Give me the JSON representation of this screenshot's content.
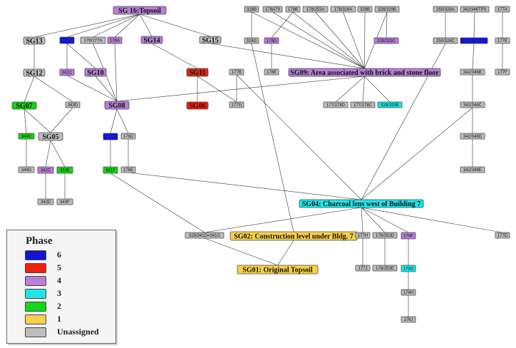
{
  "colors": {
    "6": "#1414d2",
    "5": "#f0200c",
    "4": "#b87ed8",
    "3": "#1ee6e6",
    "2": "#18d418",
    "1": "#f7d04a",
    "u": "#bdbdbd"
  },
  "legend": {
    "title": "Phase",
    "items": [
      {
        "key": "6",
        "label": "6"
      },
      {
        "key": "5",
        "label": "5"
      },
      {
        "key": "4",
        "label": "4"
      },
      {
        "key": "3",
        "label": "3"
      },
      {
        "key": "2",
        "label": "2"
      },
      {
        "key": "1",
        "label": "1"
      },
      {
        "key": "u",
        "label": "Unassigned"
      }
    ]
  },
  "nodes": [
    {
      "id": "sg16",
      "label": "SG 16:Topsoil",
      "phase": "4",
      "big": true
    },
    {
      "id": "n328b",
      "label": "328B",
      "phase": "u"
    },
    {
      "id": "n178a79",
      "label": "178A79",
      "phase": "u"
    },
    {
      "id": "n178b",
      "label": "178B",
      "phase": "u"
    },
    {
      "id": "n178_253a",
      "label": "178/253A",
      "phase": "u"
    },
    {
      "id": "n178_328a",
      "label": "178/328A",
      "phase": "u"
    },
    {
      "id": "n329b",
      "label": "329B",
      "phase": "u"
    },
    {
      "id": "n328_329b",
      "label": "328/329B",
      "phase": "u"
    },
    {
      "id": "n250_328a",
      "label": "250/328A",
      "phase": "u"
    },
    {
      "id": "n342_346tps",
      "label": "342/346TPS",
      "phase": "u"
    },
    {
      "id": "n177a",
      "label": "177A",
      "phase": "u"
    },
    {
      "id": "sg13",
      "label": "SG13",
      "phase": "u",
      "big": true
    },
    {
      "id": "n341a",
      "label": "341A",
      "phase": "6",
      "dark": true
    },
    {
      "id": "n176_177a",
      "label": "176/177A",
      "phase": "u"
    },
    {
      "id": "n176a",
      "label": "176A",
      "phase": "4"
    },
    {
      "id": "sg14",
      "label": "SG14",
      "phase": "4",
      "big": true
    },
    {
      "id": "sg15",
      "label": "SG15",
      "phase": "u",
      "big": true
    },
    {
      "id": "n328g",
      "label": "328G",
      "phase": "u"
    },
    {
      "id": "n178d",
      "label": "178D",
      "phase": "4"
    },
    {
      "id": "n328_329c",
      "label": "328/329C",
      "phase": "4"
    },
    {
      "id": "n250_328c",
      "label": "250/328C",
      "phase": "u"
    },
    {
      "id": "n342_346a",
      "label": "342/346A",
      "phase": "6",
      "dark": true
    },
    {
      "id": "n177e",
      "label": "177E",
      "phase": "u"
    },
    {
      "id": "sg12",
      "label": "SG12",
      "phase": "u",
      "big": true
    },
    {
      "id": "n341c",
      "label": "341C",
      "phase": "4"
    },
    {
      "id": "sg10",
      "label": "SG10",
      "phase": "4",
      "big": true
    },
    {
      "id": "sg11",
      "label": "SG11",
      "phase": "5",
      "big": true
    },
    {
      "id": "n177b",
      "label": "177B",
      "phase": "u"
    },
    {
      "id": "n178e",
      "label": "178E",
      "phase": "u"
    },
    {
      "id": "sg09",
      "label": "SG09: Area associated with brick and stone floor",
      "phase": "4",
      "big": true
    },
    {
      "id": "n342_346b",
      "label": "342/346B",
      "phase": "u"
    },
    {
      "id": "n177f",
      "label": "177F",
      "phase": "u"
    },
    {
      "id": "sg07",
      "label": "SG07",
      "phase": "2",
      "big": true
    },
    {
      "id": "n343d",
      "label": "343D",
      "phase": "u"
    },
    {
      "id": "sg08",
      "label": "SG08",
      "phase": "4",
      "big": true
    },
    {
      "id": "sg06",
      "label": "SG06",
      "phase": "5",
      "big": true
    },
    {
      "id": "n177g",
      "label": "177G",
      "phase": "u"
    },
    {
      "id": "n177_178d",
      "label": "177/178D",
      "phase": "u"
    },
    {
      "id": "n177_178c",
      "label": "177/178C",
      "phase": "u"
    },
    {
      "id": "n328_329e",
      "label": "328/329E",
      "phase": "3"
    },
    {
      "id": "n342_346c",
      "label": "342/346C",
      "phase": "u"
    },
    {
      "id": "n344c",
      "label": "344C",
      "phase": "2"
    },
    {
      "id": "sg05",
      "label": "SG05",
      "phase": "u",
      "big": true
    },
    {
      "id": "n341b",
      "label": "341B",
      "phase": "6",
      "dark": true
    },
    {
      "id": "n176d",
      "label": "176D",
      "phase": "u"
    },
    {
      "id": "n342_346d",
      "label": "342/346D",
      "phase": "u"
    },
    {
      "id": "n344d",
      "label": "344D",
      "phase": "u"
    },
    {
      "id": "n342c",
      "label": "342C",
      "phase": "4"
    },
    {
      "id": "n343e",
      "label": "343E",
      "phase": "2"
    },
    {
      "id": "n341f",
      "label": "341F",
      "phase": "2"
    },
    {
      "id": "n176e",
      "label": "176E",
      "phase": "u"
    },
    {
      "id": "n342_346e",
      "label": "342/346E",
      "phase": "u"
    },
    {
      "id": "n342d",
      "label": "342D",
      "phase": "u"
    },
    {
      "id": "n343f",
      "label": "343F",
      "phase": "u"
    },
    {
      "id": "sg04",
      "label": "SG04: Charcoal lens west of Building 7",
      "phase": "3",
      "big": true
    },
    {
      "id": "n329_341d",
      "label": "329/341D=341G",
      "phase": "u"
    },
    {
      "id": "sg02",
      "label": "SG02: Construction level under Bldg. 7",
      "phase": "1",
      "big": true
    },
    {
      "id": "n177h",
      "label": "177H",
      "phase": "u"
    },
    {
      "id": "n178_253d",
      "label": "178/253D",
      "phase": "u"
    },
    {
      "id": "n176f",
      "label": "176F",
      "phase": "4"
    },
    {
      "id": "n177d",
      "label": "177D",
      "phase": "u"
    },
    {
      "id": "sg01",
      "label": "SG01: Original Topsoil",
      "phase": "1",
      "big": true
    },
    {
      "id": "n177j",
      "label": "177J",
      "phase": "u"
    },
    {
      "id": "n178_253e",
      "label": "178/253E",
      "phase": "u"
    },
    {
      "id": "n178g",
      "label": "178G",
      "phase": "3"
    },
    {
      "id": "n176h",
      "label": "176H",
      "phase": "u"
    },
    {
      "id": "n176j",
      "label": "176J",
      "phase": "u"
    }
  ],
  "edges": [
    [
      "sg16",
      "sg13"
    ],
    [
      "sg16",
      "n341a"
    ],
    [
      "sg16",
      "n176_177a"
    ],
    [
      "sg16",
      "n176a"
    ],
    [
      "sg16",
      "sg14"
    ],
    [
      "sg16",
      "sg15"
    ],
    [
      "sg13",
      "sg12"
    ],
    [
      "n341a",
      "n341c"
    ],
    [
      "n341a",
      "sg10"
    ],
    [
      "n176_177a",
      "sg08"
    ],
    [
      "n176a",
      "sg08"
    ],
    [
      "sg14",
      "sg11"
    ],
    [
      "sg15",
      "sg09"
    ],
    [
      "n328b",
      "n328g"
    ],
    [
      "n178b",
      "n178d"
    ],
    [
      "n328_329b",
      "n328_329c"
    ],
    [
      "n250_328a",
      "n250_328c"
    ],
    [
      "n342_346tps",
      "n342_346a"
    ],
    [
      "n177a",
      "n177e"
    ],
    [
      "n178a79",
      "sg09"
    ],
    [
      "n178b",
      "sg09"
    ],
    [
      "n178_253a",
      "sg09"
    ],
    [
      "n178_328a",
      "sg09"
    ],
    [
      "n329b",
      "sg09"
    ],
    [
      "n328b",
      "sg09"
    ],
    [
      "n328_329b",
      "sg09"
    ],
    [
      "n178d",
      "n178e"
    ],
    [
      "n342_346a",
      "n342_346b"
    ],
    [
      "n177e",
      "n177f"
    ],
    [
      "sg12",
      "sg07"
    ],
    [
      "sg12",
      "n343d"
    ],
    [
      "n341c",
      "sg08"
    ],
    [
      "sg10",
      "sg08"
    ],
    [
      "sg11",
      "sg06"
    ],
    [
      "sg11",
      "n177g"
    ],
    [
      "n177b",
      "n177g"
    ],
    [
      "sg09",
      "sg08"
    ],
    [
      "sg09",
      "n177_178d"
    ],
    [
      "sg09",
      "n177_178c"
    ],
    [
      "sg09",
      "n328_329e"
    ],
    [
      "n342_346b",
      "n342_346c"
    ],
    [
      "sg07",
      "n344c"
    ],
    [
      "sg07",
      "sg05"
    ],
    [
      "n343d",
      "sg05"
    ],
    [
      "sg08",
      "n341b"
    ],
    [
      "sg08",
      "n176d"
    ],
    [
      "n342_346c",
      "n342_346d"
    ],
    [
      "n344c",
      "n344d"
    ],
    [
      "sg05",
      "n342c"
    ],
    [
      "sg05",
      "n343e"
    ],
    [
      "n341b",
      "n341f"
    ],
    [
      "n176d",
      "n176e"
    ],
    [
      "n342_346d",
      "n342_346e"
    ],
    [
      "n342c",
      "n342d"
    ],
    [
      "n343e",
      "n343f"
    ],
    [
      "n177b",
      "sg04"
    ],
    [
      "n176e",
      "sg04"
    ],
    [
      "n250_328c",
      "sg04"
    ],
    [
      "n342_346c",
      "sg04"
    ],
    [
      "sg04",
      "n177h"
    ],
    [
      "sg04",
      "n178_253d"
    ],
    [
      "sg04",
      "n176f"
    ],
    [
      "sg04",
      "n177d"
    ],
    [
      "sg04",
      "n329_341d"
    ],
    [
      "n341f",
      "n329_341d"
    ],
    [
      "n328g",
      "sg02"
    ],
    [
      "n329_341d",
      "sg01"
    ],
    [
      "sg02",
      "sg01"
    ],
    [
      "n177h",
      "n177j"
    ],
    [
      "n178_253d",
      "n178_253e"
    ],
    [
      "n176f",
      "n178g"
    ],
    [
      "n178g",
      "n176h"
    ],
    [
      "n176h",
      "n176j"
    ]
  ]
}
